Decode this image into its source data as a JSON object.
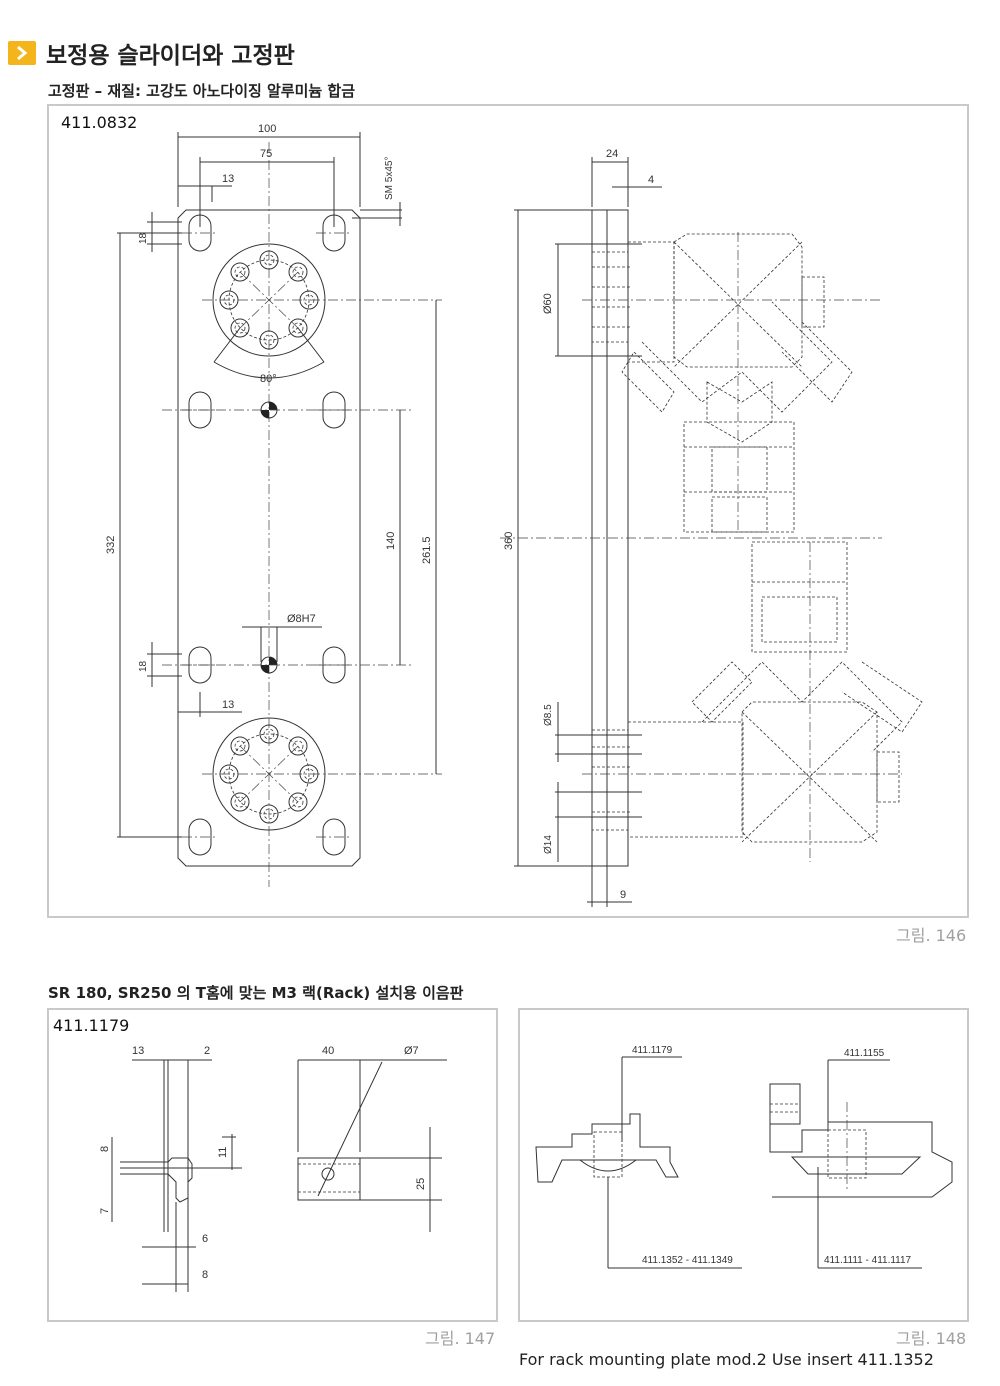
{
  "header": {
    "title": "보정용 슬라이더와 고정판",
    "subtitle": "고정판 – 재질: 고강도 아노다이징 알루미늄 합금",
    "accent_color": "#f3b51b",
    "icon": "chevron-right-icon"
  },
  "figure146": {
    "code": "411.0832",
    "caption": "그림. 146",
    "dims": {
      "d100": "100",
      "d75": "75",
      "d13a": "13",
      "sm": "SM 5x45°",
      "d18a": "18",
      "d80": "80°",
      "d332": "332",
      "d140": "140",
      "d2615": "261.5",
      "d8h7": "Ø8H7",
      "d18b": "18",
      "d13b": "13",
      "d24": "24",
      "d4": "4",
      "d360": "360",
      "d60": "Ø60",
      "d85": "Ø8.5",
      "d14": "Ø14",
      "d9": "9"
    }
  },
  "section2": {
    "title": "SR 180, SR250 의 T홈에 맞는 M3 랙(Rack) 설치용 이음판"
  },
  "figure147": {
    "code": "411.1179",
    "caption": "그림. 147",
    "dims": {
      "d13": "13",
      "d2": "2",
      "d8a": "8",
      "d11": "11",
      "d7": "7",
      "d6": "6",
      "d8b": "8",
      "d40": "40",
      "d7dia": "Ø7",
      "d25": "25"
    }
  },
  "figure148": {
    "caption": "그림. 148",
    "labels": {
      "a": "411.1179",
      "b": "411.1155",
      "c": "411.1352 - 411.1349",
      "d": "411.1111 - 411.1117"
    }
  },
  "footer_note": "For rack mounting plate mod.2 Use insert 411.1352"
}
